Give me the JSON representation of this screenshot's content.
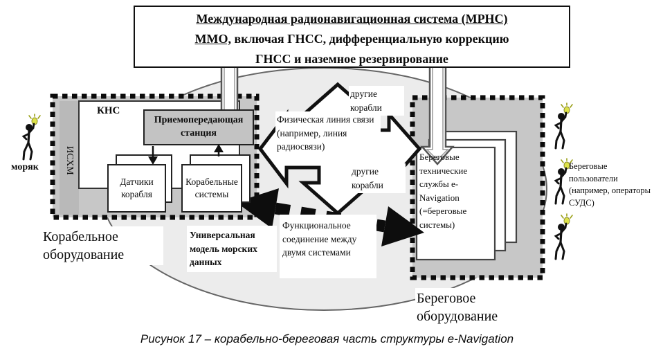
{
  "title_box": {
    "line1": "Международная радионавигационная система (МРНС)",
    "line2_underlined": "ММО,",
    "line2_rest": " включая ГНСС, дифференциальную коррекцию",
    "line3": "ГНСС и наземное резервирование"
  },
  "ship_side": {
    "kns_label": "КНС",
    "ishm_label": "ИСХМ",
    "transceiver_station": "Приемопередающая станция",
    "ship_sensors": "Датчики корабля",
    "ship_systems": "Корабельные системы",
    "equipment_label": "Корабельное оборудование",
    "sailor_label": "моряк"
  },
  "shore_side": {
    "services_stack": "Береговые технические службы e-Navigation (=береговые системы)",
    "equipment_label": "Береговое оборудование",
    "users_label": "Береговые пользователи (например, операторы СУДС)"
  },
  "center": {
    "physical_link": "Физическая линия связи (например, линия радиосвязи)",
    "other_ships_top": "другие корабли",
    "other_ships_bottom": "другие корабли",
    "universal_model": "Универсальная модель морских данных",
    "functional_link": "Функциональное соединение между двумя системами"
  },
  "caption": "Рисунок 17 – корабельно-береговая часть структуры e-Navigation",
  "icons": {
    "sailor_figure": "person-with-lightbulb",
    "shore_user_figure": "person-with-lightbulb"
  },
  "colors": {
    "dashed_box_fill": "#c7c7c7",
    "station_fill": "#c3c3c3",
    "ellipse_fill": "#ececec",
    "arrow_black": "#0d0d0d",
    "bulb_yellow": "#dde24a"
  }
}
